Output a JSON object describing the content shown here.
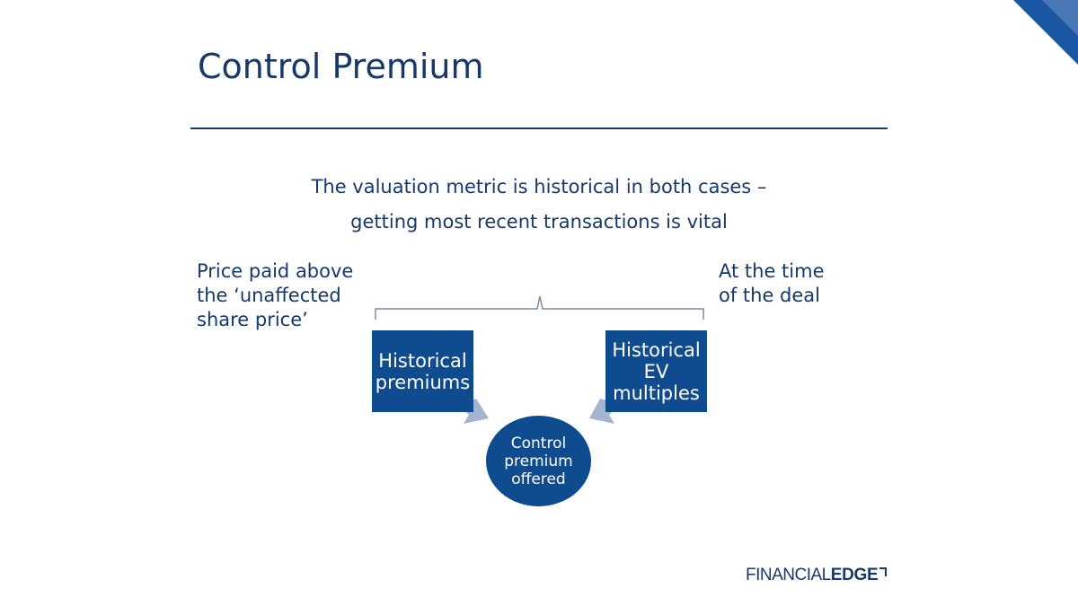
{
  "slide": {
    "title": "Control Premium",
    "subtitle_line1": "The valuation metric is historical in both cases –",
    "subtitle_line2": "getting most recent transactions is vital"
  },
  "notes": {
    "left": [
      "Price paid above",
      "the ‘unaffected",
      "share price’"
    ],
    "right": [
      "At the time",
      "of the deal"
    ]
  },
  "diagram": {
    "left_box": [
      "Historical",
      "premiums"
    ],
    "right_box": [
      "Historical",
      "EV",
      "multiples"
    ],
    "center_circle": [
      "Control",
      "premium",
      "offered"
    ]
  },
  "logo": {
    "part1": "FINANCIAL",
    "part2": "EDGE"
  },
  "colors": {
    "primary": "#16396b",
    "box_fill": "#0f4c8f",
    "arrow_fill": "#a3b4cc",
    "corner_accent": "#1b57a3"
  }
}
